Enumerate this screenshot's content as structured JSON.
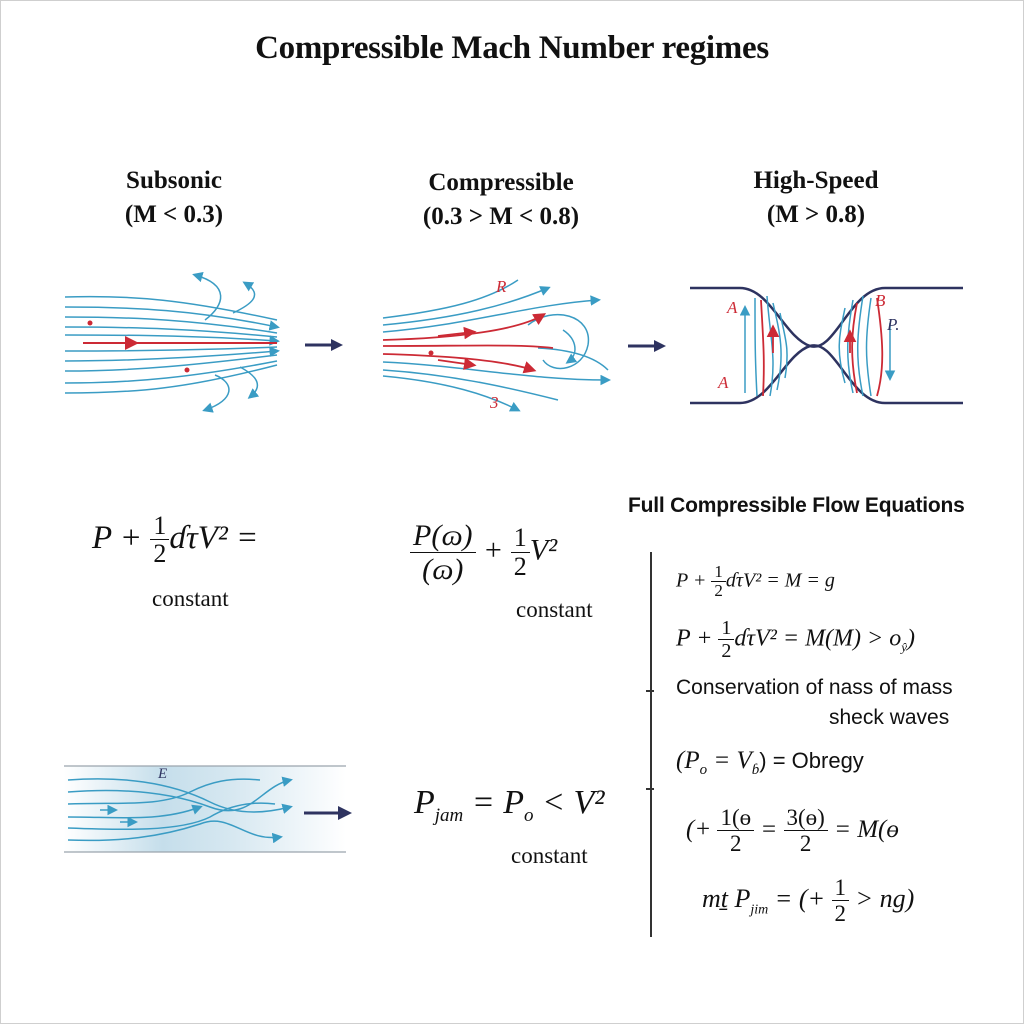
{
  "title": "Compressible Mach Number regimes",
  "regimes": [
    {
      "name": "Subsonic",
      "range": "(M < 0.3)"
    },
    {
      "name": "Compressible",
      "range": "(0.3 > M < 0.8)"
    },
    {
      "name": "High-Speed",
      "range": "(M > 0.8)"
    }
  ],
  "flow_labels": {
    "compressible_top": "R",
    "compressible_bottom": "3",
    "highspeed_a_top": "A",
    "highspeed_a_bottom": "A",
    "highspeed_b": "B",
    "highspeed_p": "P.",
    "duct_e": "E"
  },
  "equations": {
    "bernoulli": {
      "lhs": "P + ",
      "num": "1",
      "den": "2",
      "rhs": "ɗτV² =",
      "note": "constant"
    },
    "compressible": {
      "num": "P(ɷ)",
      "den": "(ɷ)",
      "mid": " + ",
      "num2": "1",
      "den2": "2",
      "rhs": "V²",
      "note": "constant"
    },
    "jam": {
      "text_p": "P",
      "sub": "jam",
      "rest": " = P",
      "sub2": "o",
      "rest2": " < V²",
      "note": "constant"
    }
  },
  "panel": {
    "title": "Full Compressible Flow Equations",
    "line1": {
      "pre": "P + ",
      "num": "1",
      "den": "2",
      "post": "ɗτV² = M = g"
    },
    "line2": {
      "pre": "P + ",
      "num": "1",
      "den": "2",
      "post": "ɗτV² = M(M) > o",
      "sub": "ŷ",
      "close": ")"
    },
    "text1": "Conservation of nass of mass",
    "text2": "sheck waves",
    "line3": {
      "pre": "(P",
      "sub": "o",
      "mid": " = V",
      "sub2": "ɓ",
      "post": ") = Obregy"
    },
    "line4": {
      "pre": "(+ ",
      "num": "1(ɵ",
      "den": "2",
      "mid": " = ",
      "num2": "3(ɵ)",
      "den2": "2",
      "post": " = M(ɵ"
    },
    "line5": {
      "pre": "mṯ P",
      "sub": "jim",
      "mid": " = (+ ",
      "num": "1",
      "den": "2",
      "post": " > ng)"
    }
  },
  "colors": {
    "blue": "#3a9cc4",
    "red": "#cc2a35",
    "navy": "#2e3360",
    "text": "#111111"
  }
}
